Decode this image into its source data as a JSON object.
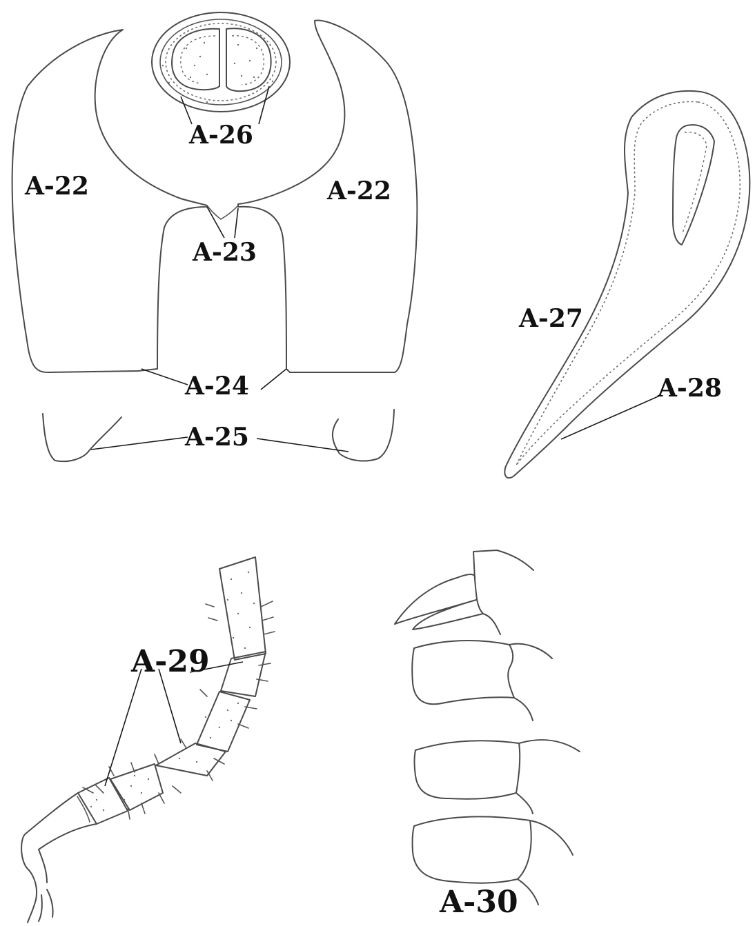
{
  "figure": {
    "labels": {
      "a22_left": "A-22",
      "a22_right": "A-22",
      "a23": "A-23",
      "a24": "A-24",
      "a25": "A-25",
      "a26": "A-26",
      "a27": "A-27",
      "a28": "A-28",
      "a29": "A-29",
      "a30": "A-30"
    },
    "colors": {
      "ink": "#4a4a4a",
      "label": "#111111",
      "background": "#ffffff"
    }
  }
}
